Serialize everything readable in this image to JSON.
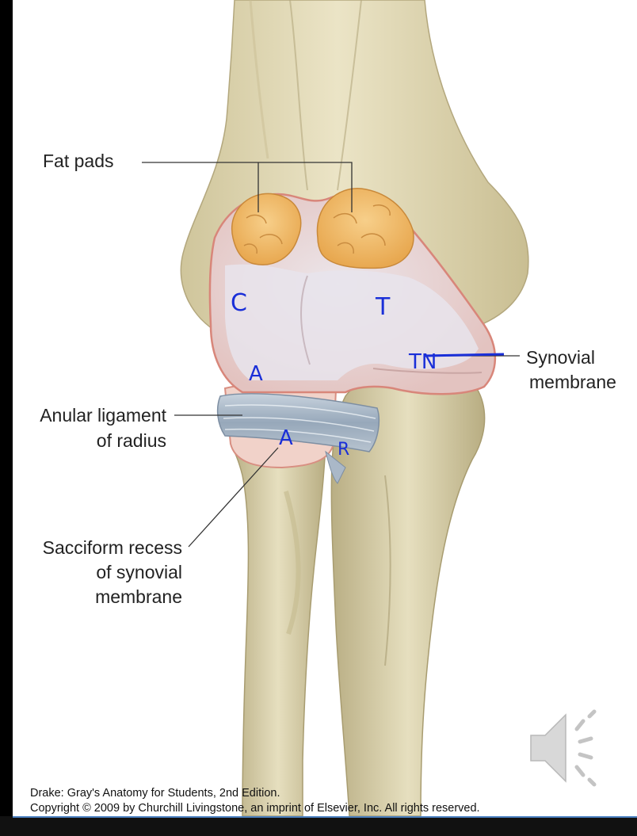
{
  "labels": {
    "fat_pads": "Fat pads",
    "synovial": [
      "Synovial",
      "membrane"
    ],
    "anular": [
      "Anular ligament",
      "of radius"
    ],
    "sacciform": [
      "Sacciform recess",
      "of synovial",
      "membrane"
    ]
  },
  "annotations": {
    "c": "C",
    "t": "T",
    "tn": "TN",
    "a_upper": "A",
    "a_lower": "A",
    "r": "R"
  },
  "credit": {
    "line1": "Drake: Gray's Anatomy for Students, 2nd Edition.",
    "line2": "Copyright © 2009 by Churchill Livingstone, an imprint of Elsevier, Inc. All rights reserved."
  },
  "colors": {
    "bone": "#e3dbb7",
    "synovial": "#f2c9c0",
    "fat_pad": "#f0b663",
    "ligament": "#aab8c8",
    "annotation_ink": "#1a2fd8"
  },
  "icons": [
    "speaker-icon"
  ]
}
